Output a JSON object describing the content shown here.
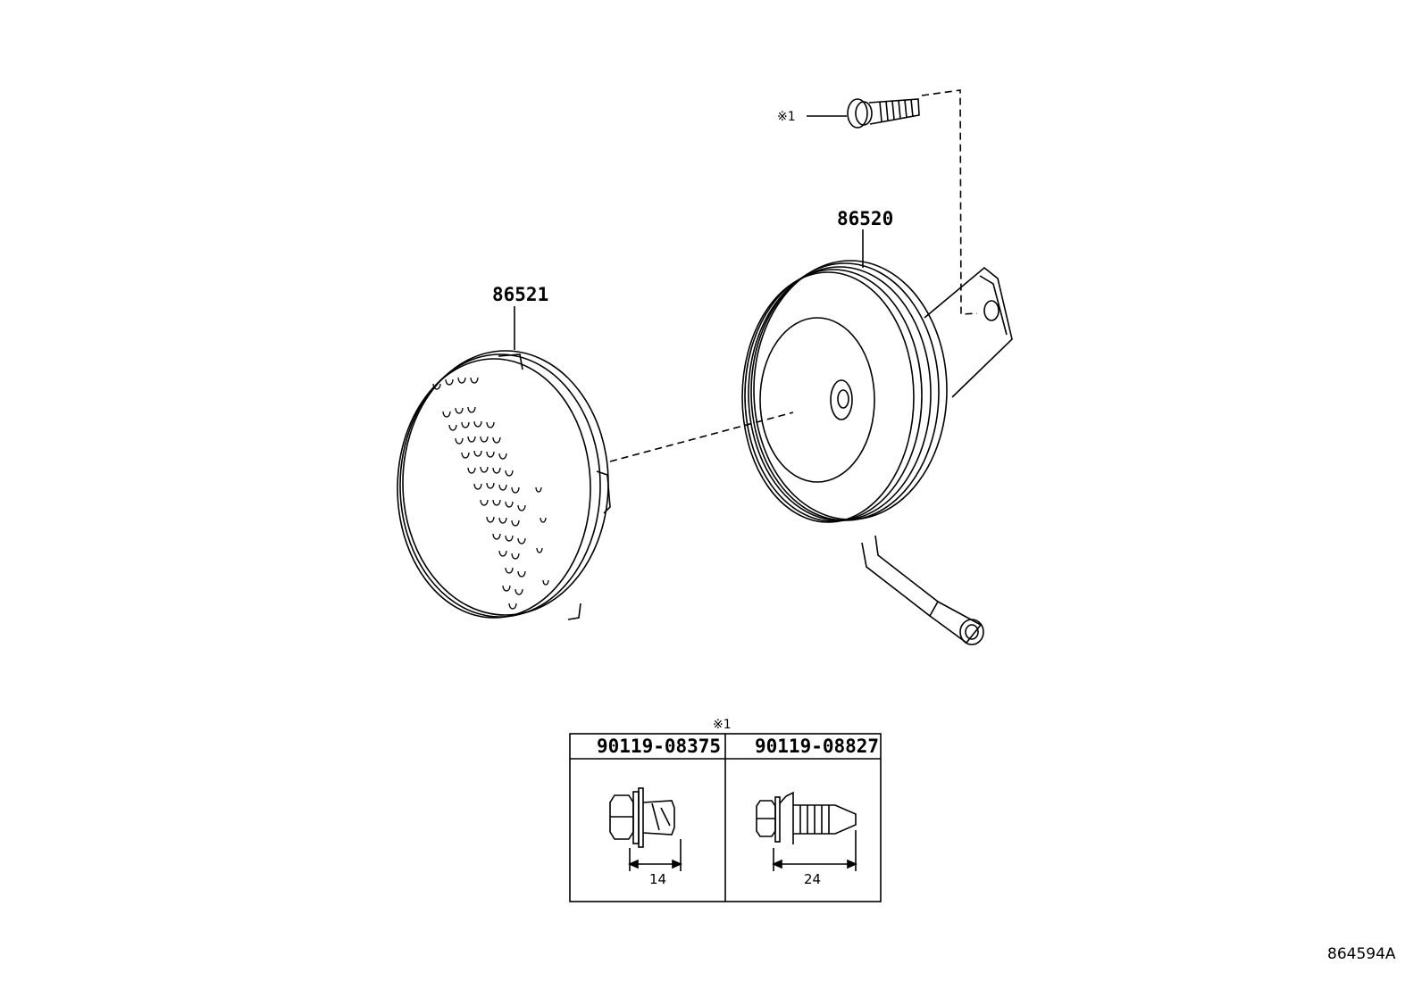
{
  "parts": {
    "horn_cover": "86521",
    "horn": "86520",
    "note_mark": "※1"
  },
  "table": {
    "header_mark": "※1",
    "columns": [
      {
        "part_number": "90119-08375",
        "dimension": "14"
      },
      {
        "part_number": "90119-08827",
        "dimension": "24"
      }
    ]
  },
  "figure_id": "864594A"
}
